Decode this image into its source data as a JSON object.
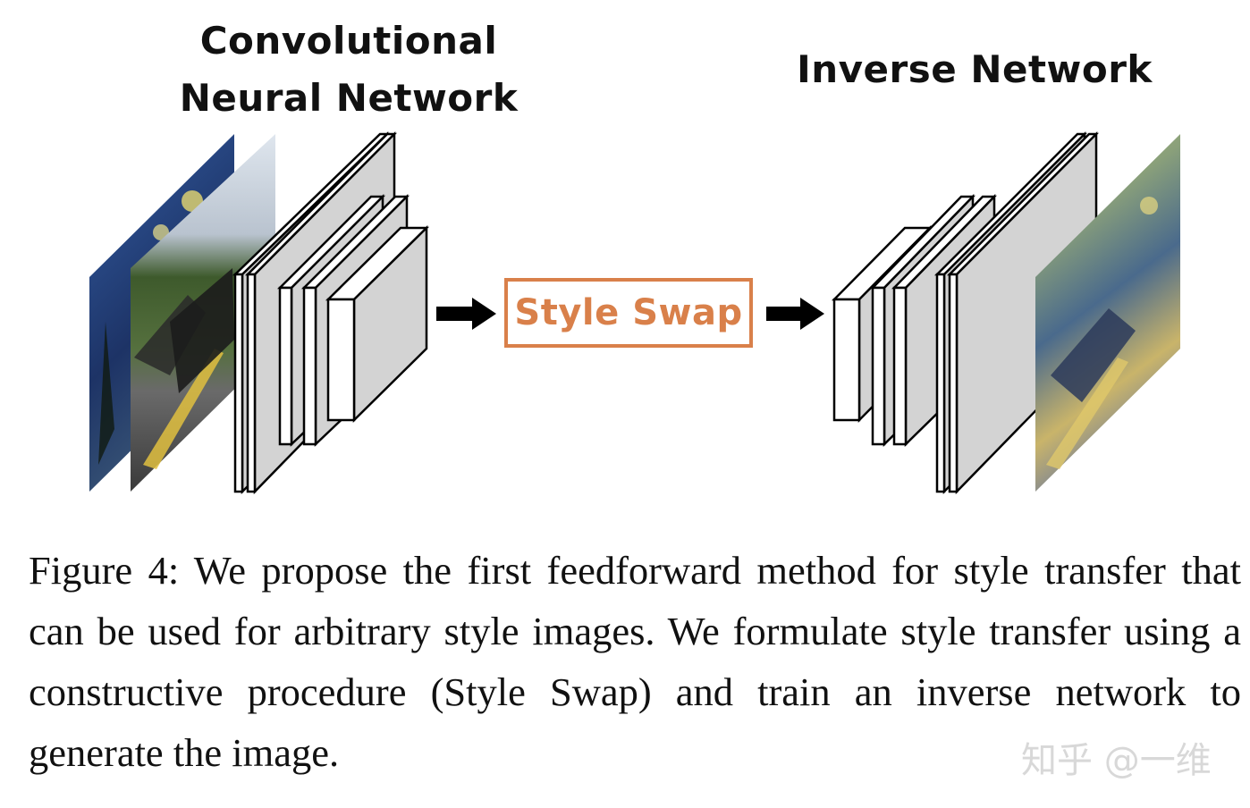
{
  "cnn_title_lines": [
    "Convolutional",
    "Neural Network"
  ],
  "inverse_title": "Inverse Network",
  "style_swap_label": "Style Swap",
  "caption": "Figure 4: We propose the first feedforward method for style transfer that can be used for arbitrary style images. We formulate style transfer using a constructive procedure (Style Swap) and train an inverse network to generate the image.",
  "watermark": "知乎 @一维",
  "colors": {
    "accent": "#d9804a",
    "layer_fill": "#d3d3d3",
    "layer_front": "#ffffff",
    "stroke": "#000000"
  }
}
